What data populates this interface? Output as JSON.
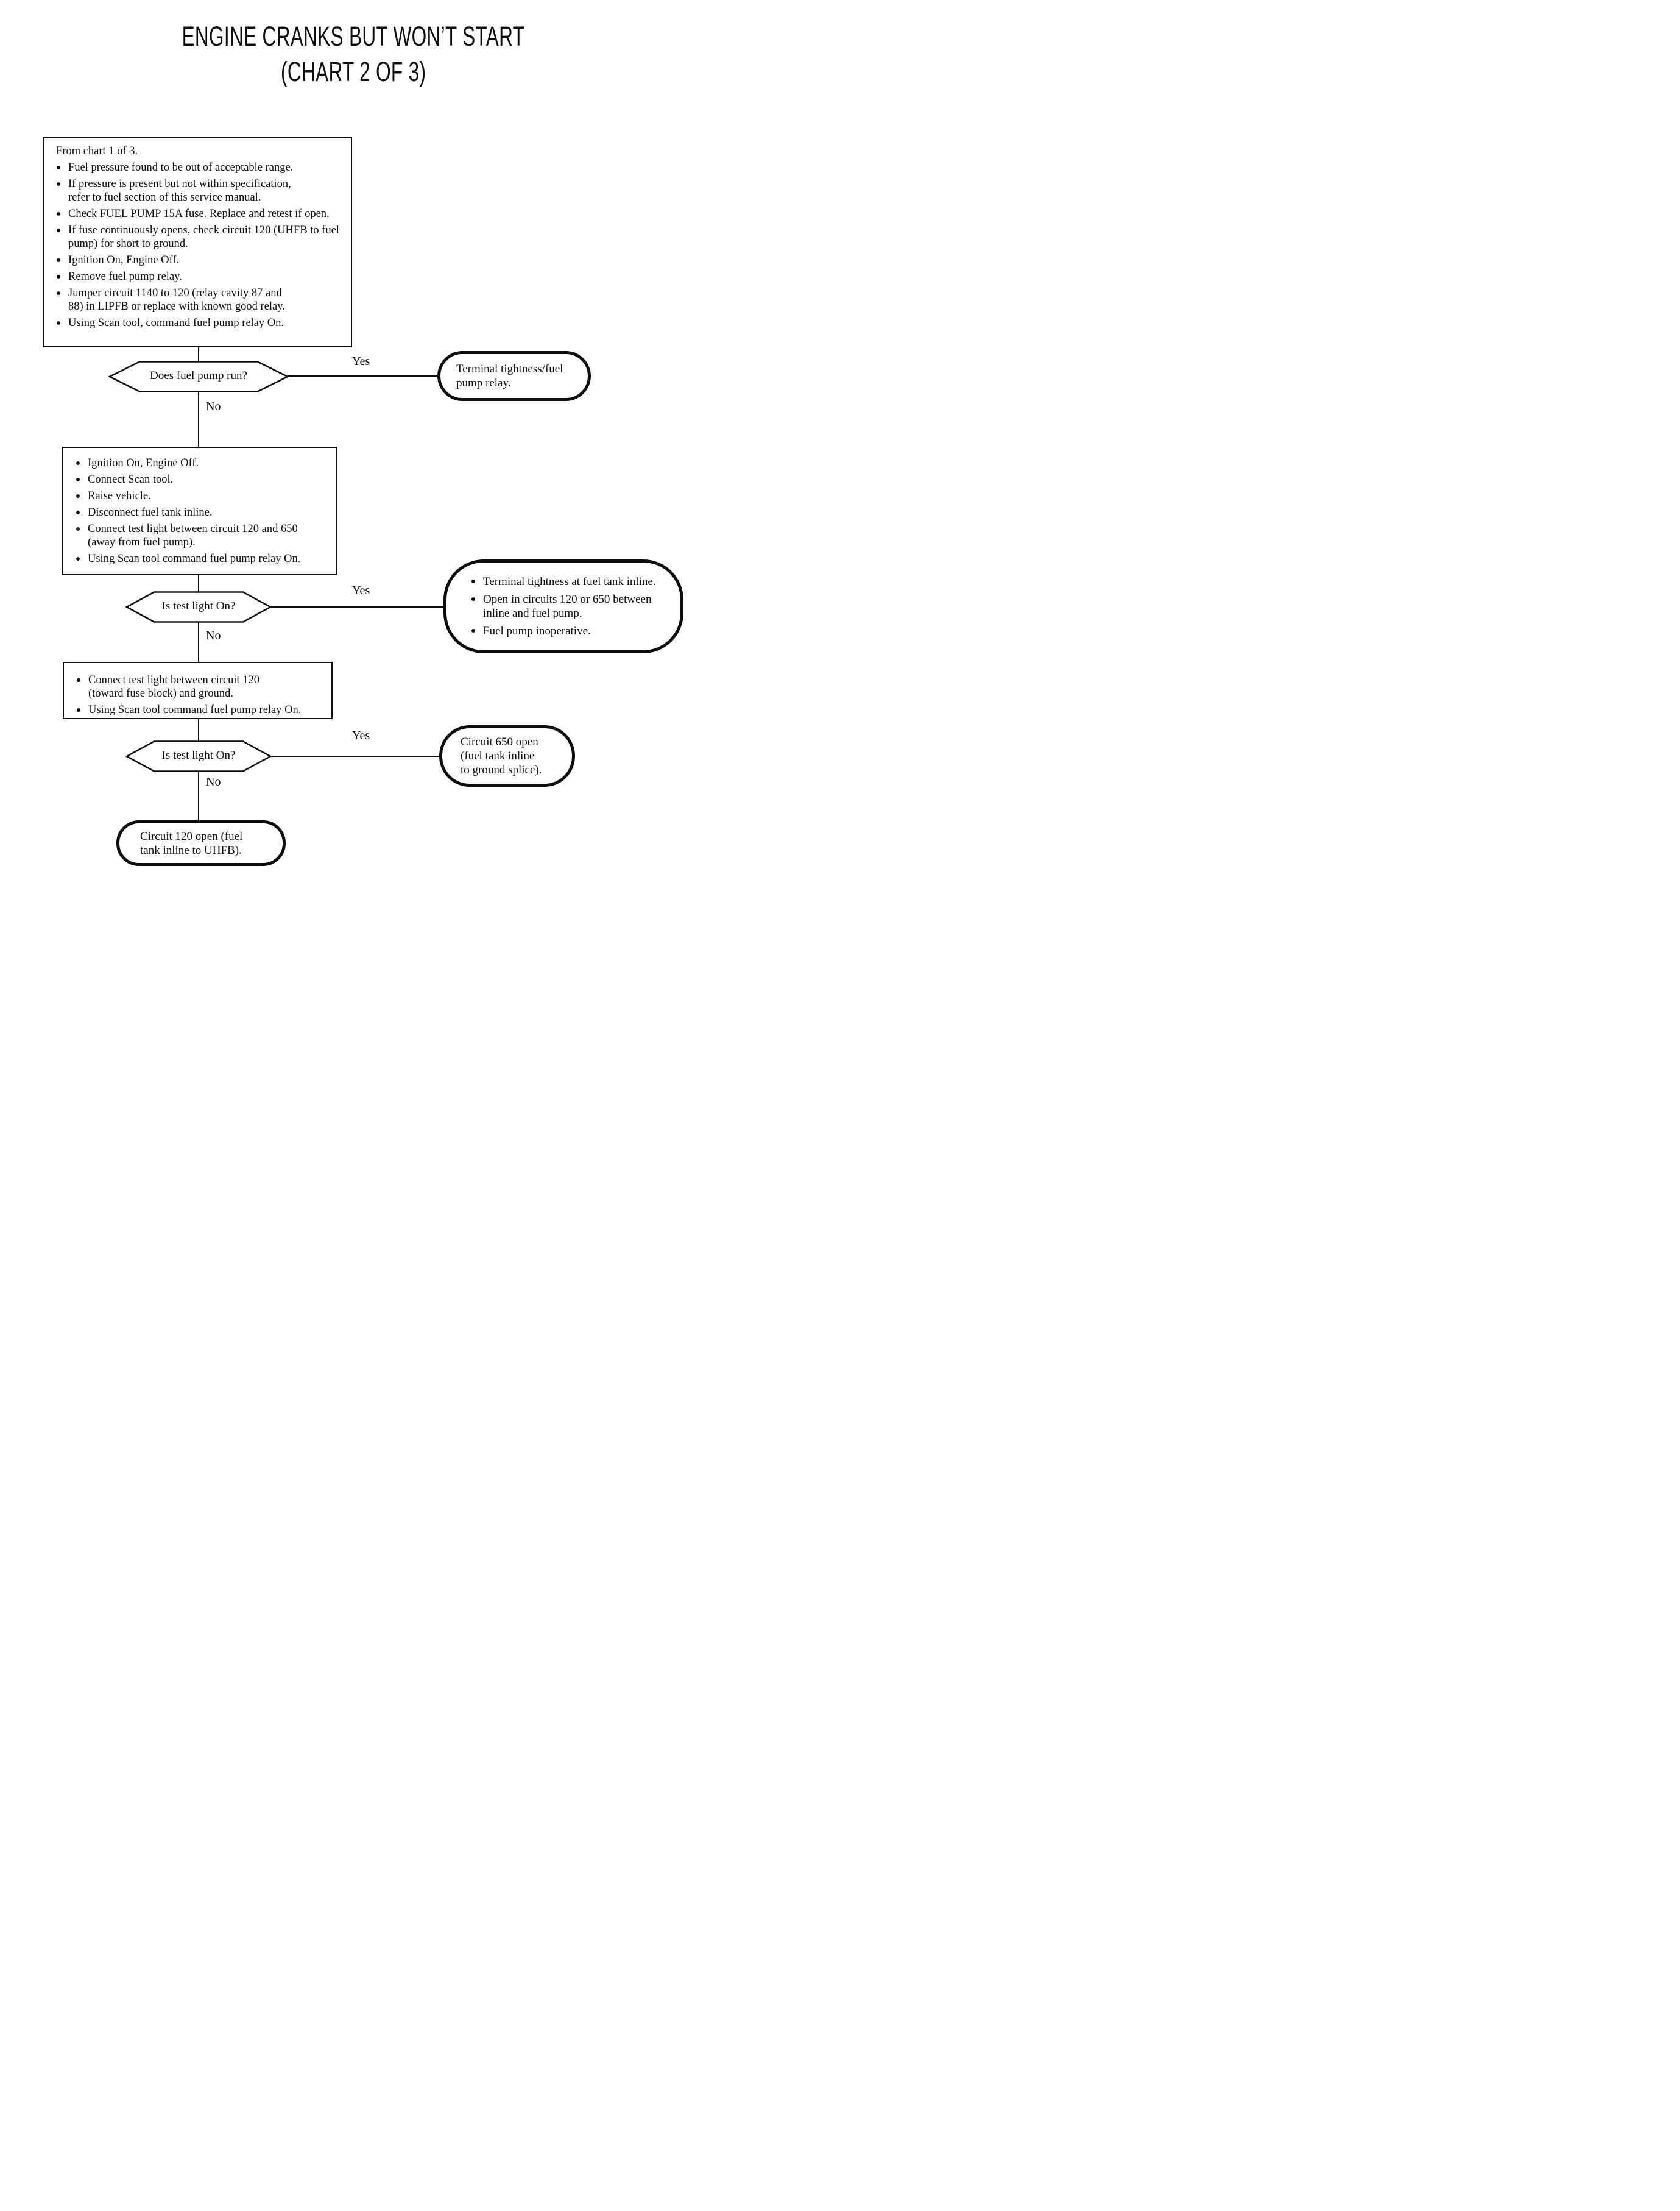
{
  "title": {
    "line1": "ENGINE CRANKS BUT WON’T START",
    "line2": "(CHART 2 OF 3)"
  },
  "colors": {
    "ink": "#0d0d0d",
    "background": "#ffffff"
  },
  "flowchart": {
    "box1": {
      "heading": "From chart 1 of 3.",
      "bullets": [
        "Fuel pressure found to be out of acceptable range.",
        "If pressure is present but not within specification,\nrefer to fuel section of this service manual.",
        "Check FUEL PUMP 15A fuse. Replace and retest if open.",
        "If fuse continuously opens, check circuit 120 (UHFB to fuel\npump) for short to ground.",
        "Ignition On, Engine Off.",
        "Remove fuel pump relay.",
        "Jumper circuit 1140 to 120 (relay cavity 87 and\n88) in LIPFB or replace with known good relay.",
        "Using Scan tool, command fuel pump relay On."
      ]
    },
    "decision1": {
      "label": "Does fuel pump run?",
      "yes_label": "Yes",
      "no_label": "No"
    },
    "result1": {
      "text": "Terminal tightness/fuel\npump relay."
    },
    "box2": {
      "bullets": [
        "Ignition On, Engine Off.",
        "Connect Scan tool.",
        "Raise vehicle.",
        "Disconnect fuel tank inline.",
        "Connect test light between circuit 120 and 650\n(away from fuel pump).",
        "Using Scan tool command fuel pump relay On."
      ]
    },
    "decision2": {
      "label": "Is test light On?",
      "yes_label": "Yes",
      "no_label": "No"
    },
    "result2": {
      "bullets": [
        "Terminal tightness at fuel tank inline.",
        "Open in circuits 120 or 650 between\ninline and fuel pump.",
        "Fuel pump inoperative."
      ]
    },
    "box3": {
      "bullets": [
        "Connect test light between circuit 120\n(toward fuse block) and ground.",
        "Using Scan tool command fuel pump relay On."
      ]
    },
    "decision3": {
      "label": "Is test light On?",
      "yes_label": "Yes",
      "no_label": "No"
    },
    "result3": {
      "text": "Circuit 650 open\n(fuel tank inline\nto ground splice)."
    },
    "result4": {
      "text": "Circuit 120 open (fuel\ntank inline to UHFB)."
    }
  }
}
